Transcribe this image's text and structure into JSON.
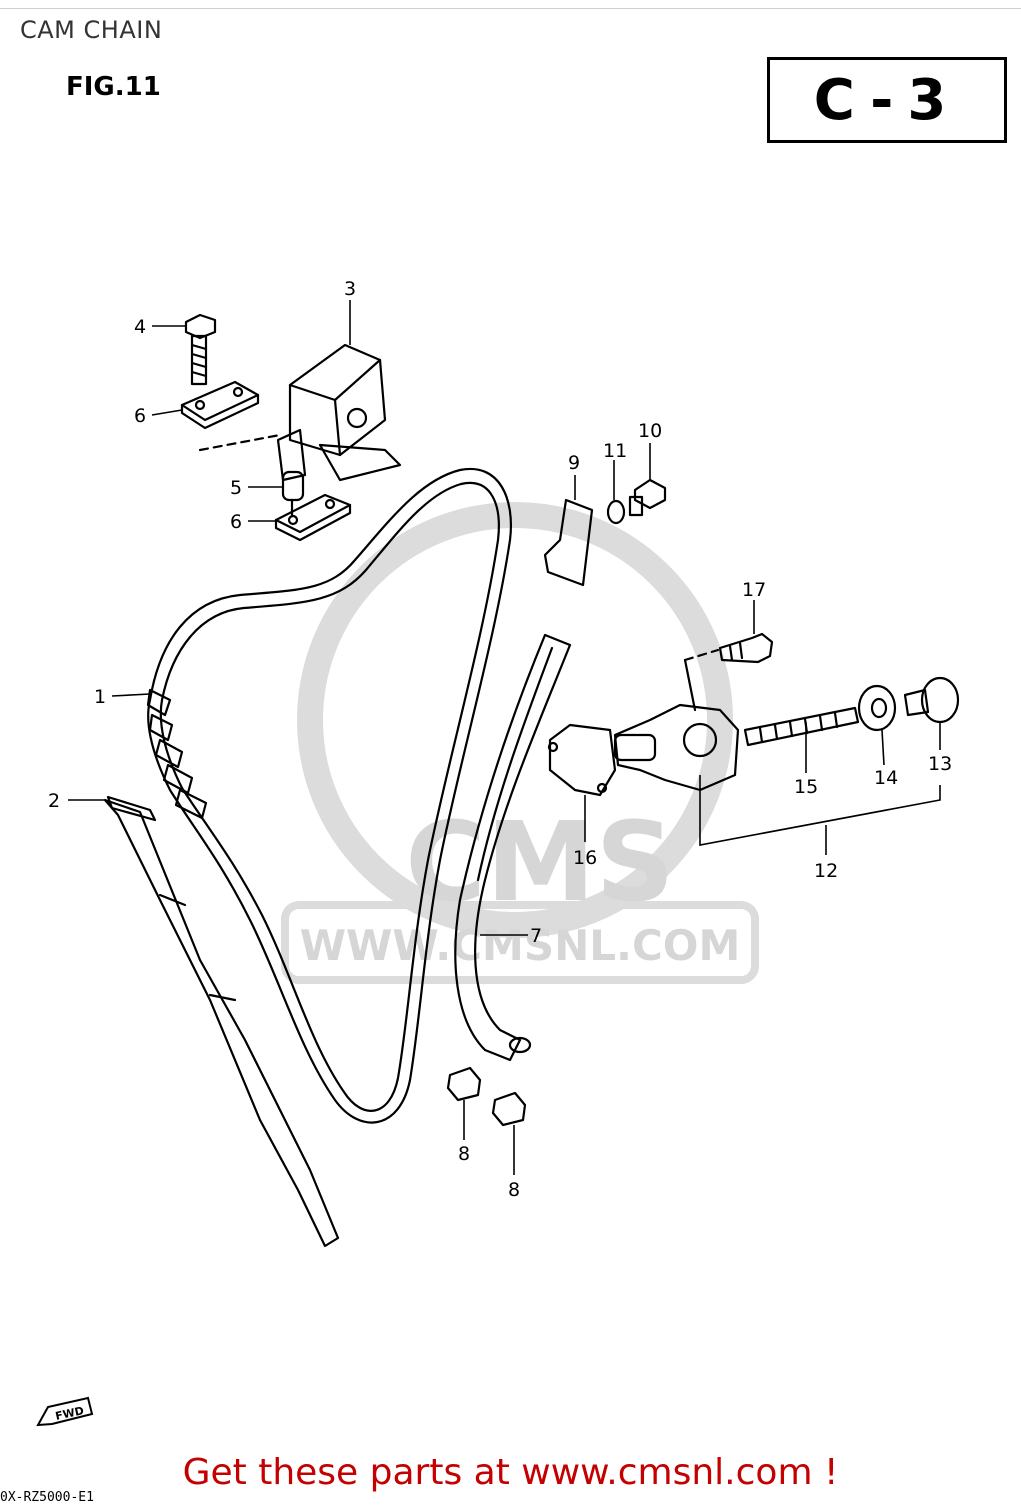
{
  "page": {
    "title": "CAM CHAIN",
    "figure": "FIG.11",
    "section": "C-3"
  },
  "watermark": {
    "brand": "CMS",
    "url": "WWW.CMSNL.COM"
  },
  "callouts": [
    {
      "id": "c1",
      "text": "1"
    },
    {
      "id": "c2",
      "text": "2"
    },
    {
      "id": "c3",
      "text": "3"
    },
    {
      "id": "c4",
      "text": "4"
    },
    {
      "id": "c5",
      "text": "5"
    },
    {
      "id": "c6a",
      "text": "6"
    },
    {
      "id": "c6b",
      "text": "6"
    },
    {
      "id": "c7",
      "text": "7"
    },
    {
      "id": "c8a",
      "text": "8"
    },
    {
      "id": "c8b",
      "text": "8"
    },
    {
      "id": "c9",
      "text": "9"
    },
    {
      "id": "c10",
      "text": "10"
    },
    {
      "id": "c11",
      "text": "11"
    },
    {
      "id": "c12",
      "text": "12"
    },
    {
      "id": "c13",
      "text": "13"
    },
    {
      "id": "c14",
      "text": "14"
    },
    {
      "id": "c15",
      "text": "15"
    },
    {
      "id": "c16",
      "text": "16"
    },
    {
      "id": "c17",
      "text": "17"
    }
  ],
  "fwd_marker": "FWD",
  "footer": {
    "text": "Get these parts at www.cmsnl.com !",
    "code": "0X-RZ5000-E1"
  },
  "colors": {
    "footer_text": "#c40000",
    "line_art": "#000000",
    "watermark": "#d6d6d6"
  }
}
